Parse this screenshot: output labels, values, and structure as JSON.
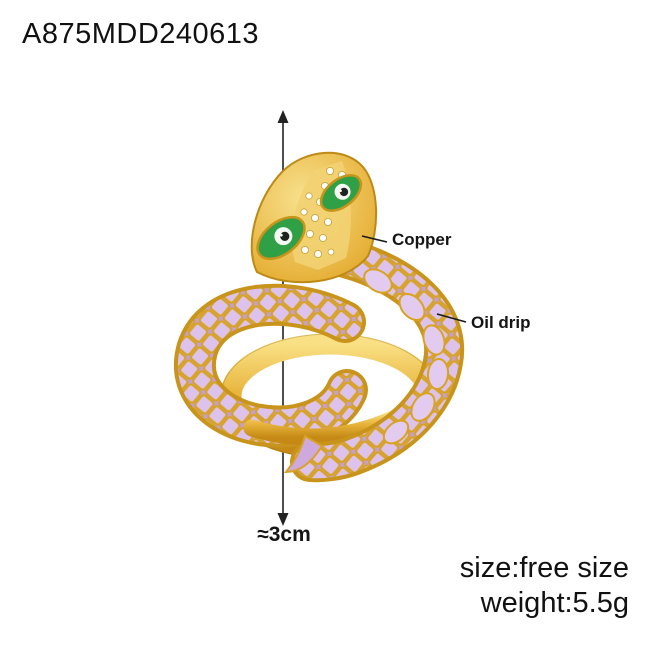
{
  "product": {
    "code": "A875MDD240613"
  },
  "callouts": {
    "copper": "Copper",
    "oil_drip": "Oil drip"
  },
  "measurement": {
    "height": "≈3cm"
  },
  "specs": {
    "size": "size:free size",
    "weight": "weight:5.5g"
  },
  "colors": {
    "gold": "#e7b33a",
    "gold_dark": "#c8941b",
    "enamel_purple": "#cda9de",
    "enamel_purple_light": "#e3cbf0",
    "enamel_green": "#2fa045",
    "background": "#ffffff",
    "text": "#111111"
  }
}
